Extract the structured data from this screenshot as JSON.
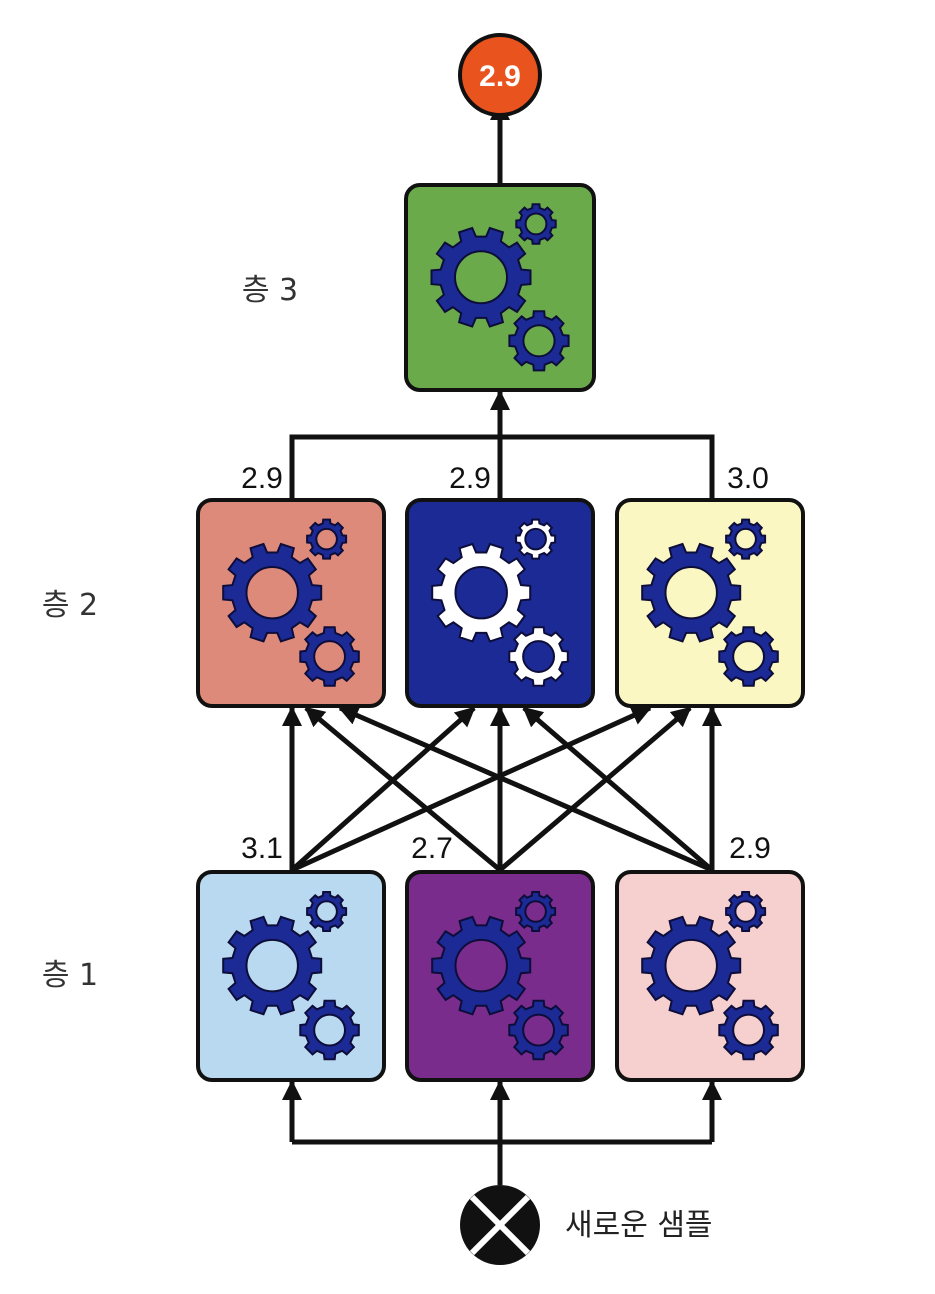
{
  "layers": {
    "layer3": "층 3",
    "layer2": "층 2",
    "layer1": "층 1"
  },
  "output": {
    "value": "2.9",
    "color": "#e8531e"
  },
  "final_model": {
    "color": "#6aaa4b",
    "icon": "gears-icon"
  },
  "layer2_models": [
    {
      "value": "2.9",
      "color": "#dd8a7b",
      "gear_color": "#1c2a96",
      "icon": "gears-icon"
    },
    {
      "value": "2.9",
      "color": "#1c2a96",
      "gear_color": "#ffffff",
      "icon": "gears-icon"
    },
    {
      "value": "3.0",
      "color": "#fbf7c2",
      "gear_color": "#1c2a96",
      "icon": "gears-icon"
    }
  ],
  "layer1_models": [
    {
      "value": "3.1",
      "color": "#b9d9f1",
      "gear_color": "#1c2a96",
      "icon": "gears-icon"
    },
    {
      "value": "2.7",
      "color": "#7a2c8c",
      "gear_color": "#1c2a96",
      "icon": "gears-icon"
    },
    {
      "value": "2.9",
      "color": "#f6cfcf",
      "gear_color": "#1c2a96",
      "icon": "gears-icon"
    }
  ],
  "input": {
    "caption": "새로운 샘플",
    "icon": "x-circle-icon"
  }
}
